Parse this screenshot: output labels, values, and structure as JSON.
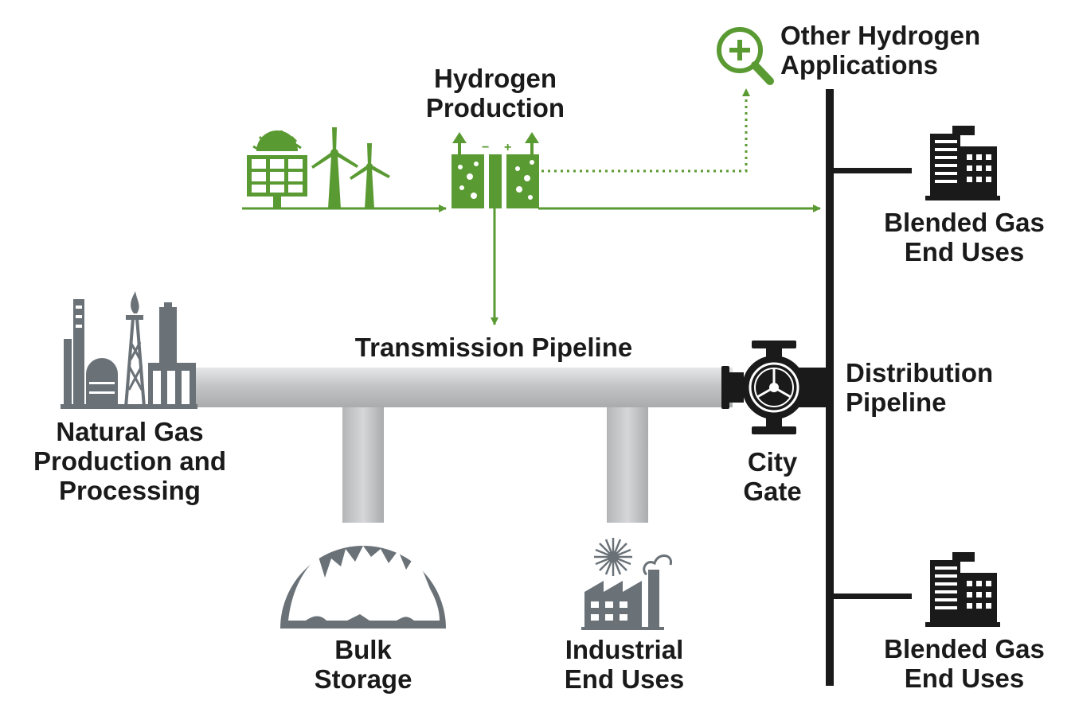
{
  "labels": {
    "other_hydrogen": [
      "Other Hydrogen",
      "Applications"
    ],
    "hydrogen_production": [
      "Hydrogen",
      "Production"
    ],
    "transmission_pipeline": "Transmission Pipeline",
    "natural_gas": [
      "Natural Gas",
      "Production and",
      "Processing"
    ],
    "bulk_storage": [
      "Bulk",
      "Storage"
    ],
    "industrial": [
      "Industrial",
      "End Uses"
    ],
    "city_gate": [
      "City",
      "Gate"
    ],
    "distribution": [
      "Distribution",
      "Pipeline"
    ],
    "blended_top": [
      "Blended Gas",
      "End Uses"
    ],
    "blended_bottom": [
      "Blended Gas",
      "End Uses"
    ],
    "electrode_minus": "−",
    "electrode_plus": "+"
  },
  "icons": {
    "solar": "solar-panel-icon",
    "wind": "wind-turbine-icon",
    "electrolyzer": "electrolyzer-icon",
    "magnifier": "magnifier-plus-icon",
    "refinery": "refinery-icon",
    "cavern": "storage-cavern-icon",
    "factory": "factory-icon",
    "valve": "valve-icon",
    "building": "building-icon"
  },
  "colors": {
    "green": "#5a9a32",
    "pipe": "#c9cacb",
    "grey_icon": "#6a7278",
    "black": "#1a1a1a"
  }
}
